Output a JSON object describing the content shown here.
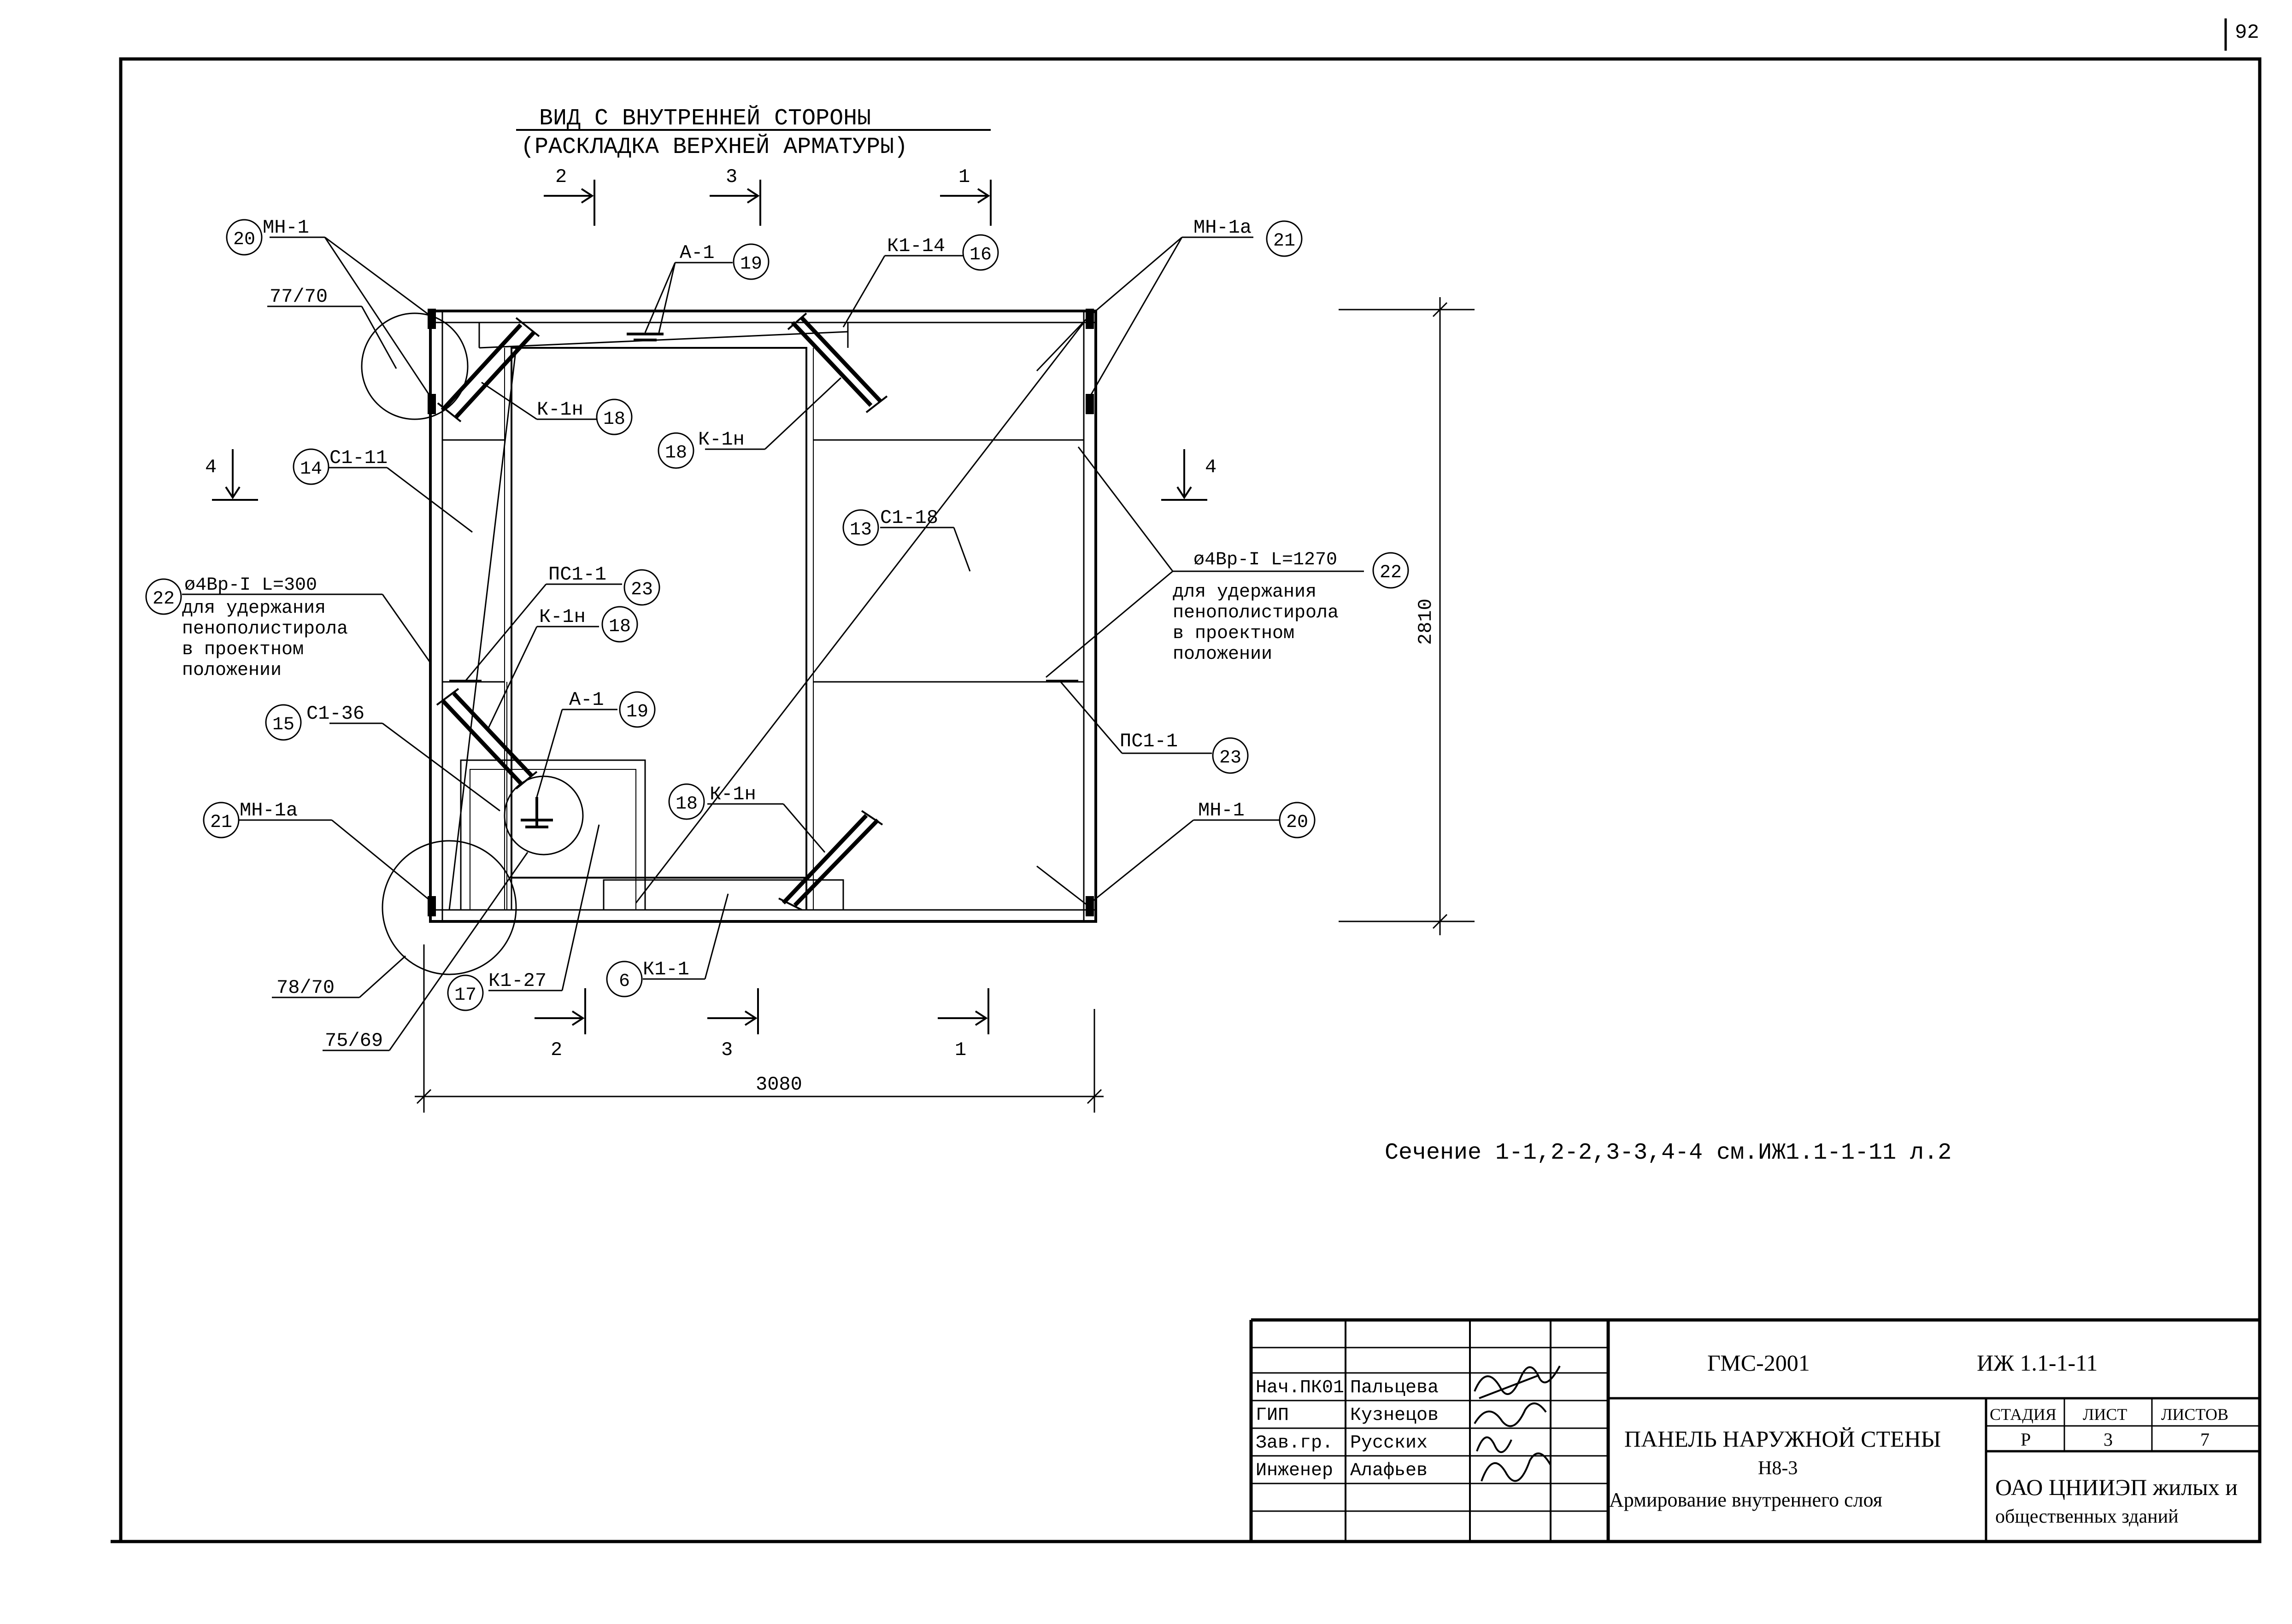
{
  "page_number": "92",
  "view": {
    "title_line1": "ВИД С ВНУТРЕННЕЙ СТОРОНЫ",
    "title_line2": "(РАСКЛАДКА ВЕРХНЕЙ АРМАТУРЫ)"
  },
  "sections": {
    "s1": "1",
    "s2": "2",
    "s3": "3",
    "s4": "4"
  },
  "dimensions": {
    "width": "3080",
    "height": "2810"
  },
  "callouts": {
    "mn1_top": {
      "num": "20",
      "label": "МН-1"
    },
    "mn1a_top": {
      "num": "21",
      "label": "МН-1а"
    },
    "a1_top": {
      "num": "19",
      "label": "А-1"
    },
    "k114": {
      "num": "16",
      "label": "К1-14"
    },
    "node_7770": "77/70",
    "k1n_a": {
      "num": "18",
      "label": "К-1н"
    },
    "k1n_b": {
      "num": "18",
      "label": "К-1н"
    },
    "c111": {
      "num": "14",
      "label": "С1-11"
    },
    "c118": {
      "num": "13",
      "label": "С1-18"
    },
    "wire_left": {
      "num": "22",
      "label": "ø4Вр-I L=300",
      "note1": "для удержания",
      "note2": "пенополистирола",
      "note3": "в проектном",
      "note4": "положении"
    },
    "wire_right": {
      "num": "22",
      "label": "ø4Вр-I L=1270",
      "note1": "для удержания",
      "note2": "пенополистирола",
      "note3": "в проектном",
      "note4": "положении"
    },
    "pc11_left": {
      "num": "23",
      "label": "ПС1-1"
    },
    "k1n_c": {
      "num": "18",
      "label": "К-1н"
    },
    "a1_bottom": {
      "num": "19",
      "label": "А-1"
    },
    "c136": {
      "num": "15",
      "label": "С1-36"
    },
    "pc11_right": {
      "num": "23",
      "label": "ПС1-1"
    },
    "k1n_d": {
      "num": "18",
      "label": "К-1н"
    },
    "mn1a_bottom": {
      "num": "21",
      "label": "МН-1а"
    },
    "mn1_bottom": {
      "num": "20",
      "label": "МН-1"
    },
    "node_7870": "78/70",
    "k127": {
      "num": "17",
      "label": "К1-27"
    },
    "k11": {
      "num": "6",
      "label": "К1-1"
    },
    "node_7569": "75/69"
  },
  "section_note": "Сечение 1-1,2-2,3-3,4-4 см.ИЖ1.1-1-11 л.2",
  "title_block": {
    "org_code": "ГМС-2001",
    "doc_code": "ИЖ 1.1-1-11",
    "roles": [
      {
        "role": "Нач.ПК01",
        "name": "Пальцева"
      },
      {
        "role": "ГИП",
        "name": "Кузнецов"
      },
      {
        "role": "Зав.гр.",
        "name": "Русских"
      },
      {
        "role": "Инженер",
        "name": "Алафьев"
      }
    ],
    "product_title": "ПАНЕЛЬ НАРУЖНОЙ СТЕНЫ",
    "product_mark": "Н8-3",
    "sheet_subject": "Армирование внутреннего слоя",
    "stage_header": "СТАДИЯ",
    "sheet_header": "ЛИСТ",
    "sheets_header": "ЛИСТОВ",
    "stage": "Р",
    "sheet": "3",
    "sheets": "7",
    "company_line1": "ОАО ЦНИИЭП жилых и",
    "company_line2": "общественных зданий"
  }
}
